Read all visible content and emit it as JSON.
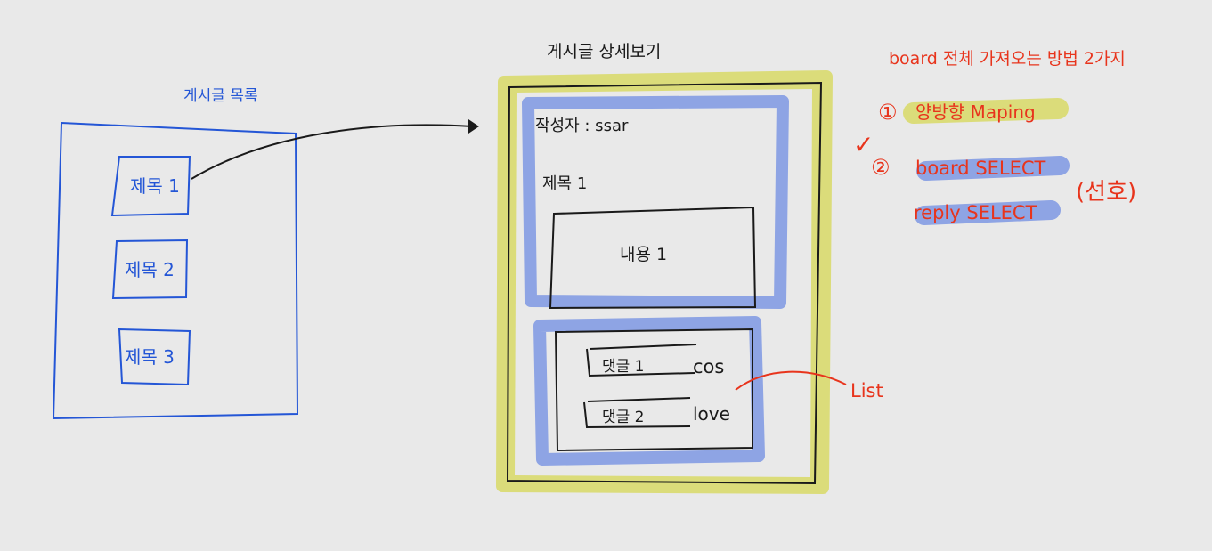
{
  "list_panel": {
    "title": "게시글 목록",
    "items": [
      "제목 1",
      "제목 2",
      "제목 3"
    ]
  },
  "detail_panel": {
    "title": "게시글 상세보기",
    "author_line": "작성자 : ssar",
    "post_title": "제목 1",
    "content": "내용 1",
    "replies": [
      {
        "text": "댓글 1",
        "user": "cos"
      },
      {
        "text": "댓글 2",
        "user": "love"
      }
    ],
    "list_note": "List"
  },
  "notes": {
    "heading": "board 전체 가져오는 방법 2가지",
    "option1_num": "①",
    "option1_text": "양방향 Maping",
    "option2_num": "②",
    "option2_line1": "board SELECT",
    "option2_line2": "reply SELECT",
    "option2_pref": "(선호)",
    "checkmark": "✓"
  },
  "colors": {
    "background": "#e9e9e9",
    "ink_black": "#1a1a1a",
    "ink_blue": "#2456d6",
    "ink_red": "#e8341c",
    "highlight_yellow": "#dbdc7a",
    "highlight_blue": "#8ea4e4"
  }
}
